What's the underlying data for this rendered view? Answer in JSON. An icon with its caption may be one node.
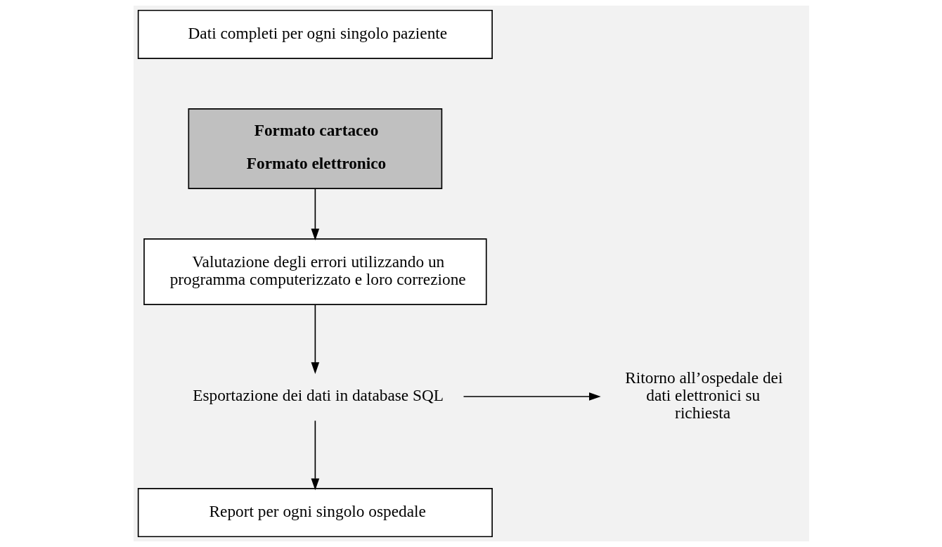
{
  "diagram": {
    "nodes": [
      {
        "text": [
          "Dati completi per ogni singolo paziente"
        ]
      },
      {
        "text": [
          "Formato cartaceo",
          "Formato elettronico"
        ]
      },
      {
        "text": [
          "Valutazione degli errori utilizzando un programma computerizzato e loro correzione"
        ]
      },
      {
        "text": [
          "Esportazione dei dati in database SQL"
        ]
      },
      {
        "text": [
          "Ritorno all’ospedale dei dati elettronici su richiesta"
        ]
      },
      {
        "text": [
          "Report per ogni singolo ospedale"
        ]
      }
    ],
    "edges": [
      {
        "from": 1,
        "to": 2,
        "arrow": "to"
      },
      {
        "from": 2,
        "to": 3,
        "arrow": "to"
      },
      {
        "from": 3,
        "to": 4,
        "arrow": "to"
      },
      {
        "from": 3,
        "to": 5,
        "arrow": "to"
      }
    ]
  }
}
